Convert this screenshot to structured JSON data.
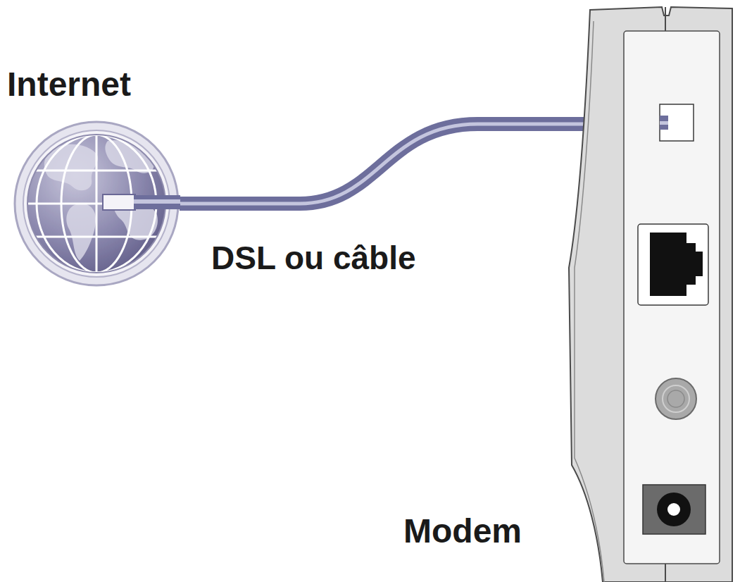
{
  "diagram": {
    "nodes": [
      {
        "text": [
          "Internet"
        ]
      },
      {
        "text": [
          "Modem"
        ]
      }
    ],
    "edges": [
      {
        "from": 0,
        "to": 1,
        "label": "DSL ou câble",
        "arrow": "none"
      }
    ]
  }
}
